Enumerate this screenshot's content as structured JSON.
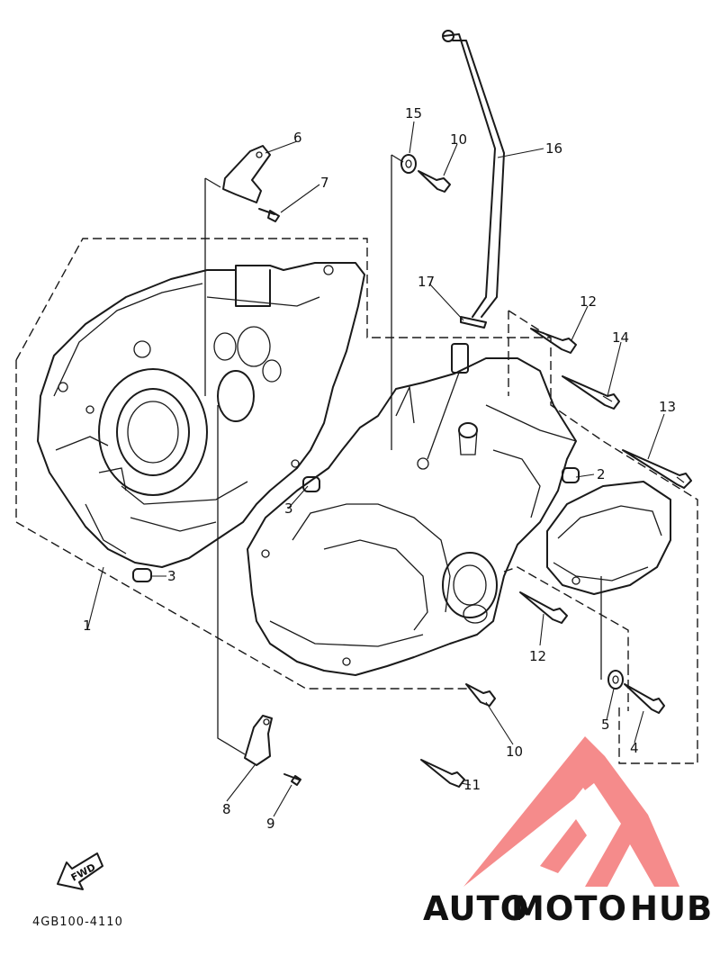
{
  "diagram": {
    "callouts": [
      "1",
      "2",
      "3",
      "3",
      "4",
      "5",
      "6",
      "7",
      "8",
      "9",
      "10",
      "10",
      "11",
      "12",
      "12",
      "13",
      "14",
      "15",
      "16",
      "17"
    ],
    "fwd_label": "FWD",
    "diagram_code": "4GB100-4110"
  },
  "watermark": {
    "text_auto": "AUTO",
    "text_moto": "MOTO",
    "text_hub": "HUB",
    "colors": {
      "auto": "#f6c98a",
      "moto": "#f7a29a",
      "hub": "#9a9a9a",
      "logo": "#f47f7f"
    }
  }
}
